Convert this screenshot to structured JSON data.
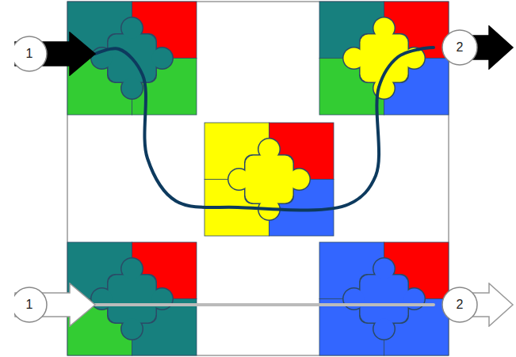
{
  "diagram": {
    "nodes": [
      {
        "text": [
          "1"
        ]
      },
      {
        "text": [
          "2"
        ]
      },
      {
        "text": [
          "1"
        ]
      },
      {
        "text": [
          "2"
        ]
      }
    ],
    "edges": [
      {
        "from": 0,
        "to": 1,
        "arrow": "none"
      },
      {
        "from": 2,
        "to": 3,
        "arrow": "none"
      }
    ]
  }
}
